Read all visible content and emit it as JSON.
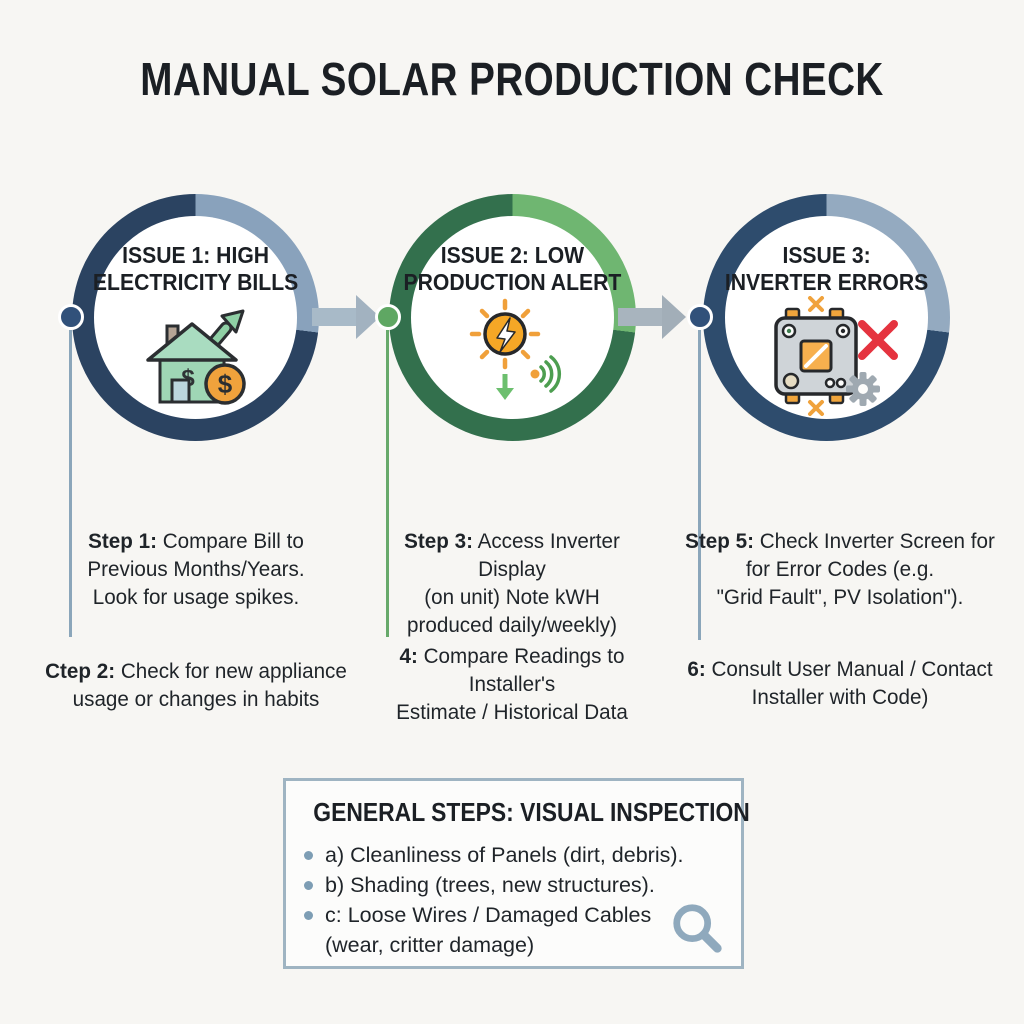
{
  "page": {
    "title": "MANUAL SOLAR PRODUCTION CHECK",
    "background": "#f7f6f3",
    "text_color": "#1e2328"
  },
  "issues": [
    {
      "title_lines": [
        "ISSUE 1: HIGH",
        "ELECTRICITY BILLS"
      ],
      "icon": "house-rising-cost-icon",
      "ring_dark": "#2b4361",
      "ring_light": "#89a2bc",
      "node_color": "#31517a",
      "line_color": "#8ba6ba"
    },
    {
      "title_lines": [
        "ISSUE 2: LOW",
        "PRODUCTION ALERT"
      ],
      "icon": "sun-low-output-icon",
      "ring_dark": "#33704d",
      "ring_light": "#6fb671",
      "node_color": "#5fa763",
      "line_color": "#67a96a"
    },
    {
      "title_lines": [
        "ISSUE 3:",
        "INVERTER ERRORS"
      ],
      "icon": "inverter-error-icon",
      "ring_dark": "#2e4c6d",
      "ring_light": "#94aac0",
      "node_color": "#31517a",
      "line_color": "#8ba6ba"
    }
  ],
  "columns": [
    {
      "steps": [
        {
          "label": "Step 1:",
          "lines": [
            "Compare Bill to",
            "Previous Months/Years.",
            "Look for usage spikes."
          ]
        },
        {
          "label": "Ctep 2:",
          "lines": [
            "Check for new appliance",
            "usage or changes in habits"
          ]
        }
      ]
    },
    {
      "steps": [
        {
          "label": "Step 3:",
          "lines": [
            "Access Inverter Display",
            "(on unit) Note kWH",
            "produced daily/weekly)"
          ]
        },
        {
          "label": "4:",
          "lines": [
            "Compare Readings to Installer's",
            "Estimate / Historical Data"
          ]
        }
      ]
    },
    {
      "steps": [
        {
          "label": "Step 5:",
          "lines": [
            "Check Inverter Screen for",
            "for Error Codes (e.g.",
            "\"Grid Fault\", PV Isolation\")."
          ]
        },
        {
          "label": "6:",
          "lines": [
            "Consult User Manual / Contact",
            "Installer with Code)"
          ]
        }
      ]
    }
  ],
  "general_box": {
    "title": "GENERAL STEPS: VISUAL INSPECTION",
    "items": [
      "a) Cleanliness of Panels (dirt, debris).",
      "b) Shading (trees, new structures).",
      "c: Loose Wires / Damaged Cables (wear, critter damage)"
    ],
    "icon": "magnifier-icon",
    "border_color": "#9fb4c2",
    "bullet_color": "#7d9db4",
    "magnifier_color": "#8fa9bd"
  },
  "arrows": {
    "color": "#a8bac8"
  }
}
